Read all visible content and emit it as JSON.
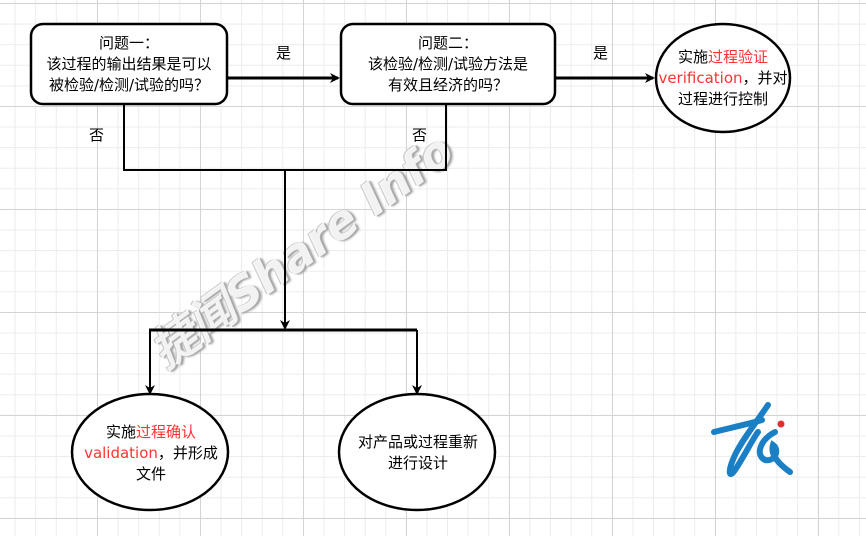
{
  "nodes": {
    "q1": {
      "title": "问题一：",
      "line1": "该过程的输出结果是可以",
      "line2": "被检验/检测/试验的吗？"
    },
    "q2": {
      "title": "问题二：",
      "line1": "该检验/检测/试验方法是",
      "line2": "有效且经济的吗？"
    },
    "verification": {
      "pre": "实施",
      "red": "过程验证",
      "red2": "verification",
      "post": "，并对",
      "line3": "过程进行控制"
    },
    "validation": {
      "pre": "实施",
      "red": "过程确认",
      "red2": "validation",
      "post": "，并形成",
      "line3": "文件"
    },
    "redesign": {
      "line1": "对产品或过程重新",
      "line2": "进行设计"
    }
  },
  "edges": {
    "yes1": "是",
    "yes2": "是",
    "no1": "否",
    "no2": "否"
  },
  "watermark": "捷闻Share Info",
  "colors": {
    "highlight": "#ff3333",
    "logo": "#1a7fc4",
    "logo_dot": "#e03030"
  }
}
